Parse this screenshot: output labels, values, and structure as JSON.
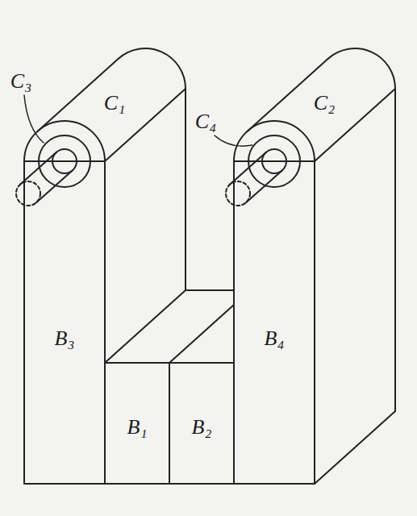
{
  "diagram": {
    "labels": [
      "C₃",
      "C₁",
      "C₄",
      "C₂",
      "B₃",
      "B₁",
      "B₂",
      "B₄"
    ]
  }
}
